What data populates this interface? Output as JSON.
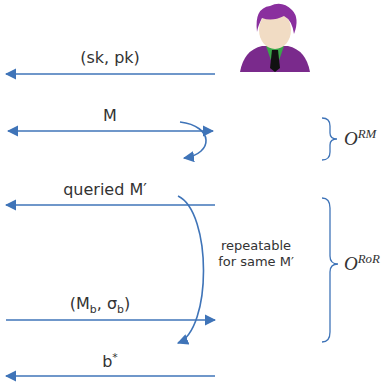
{
  "diagram": {
    "labels": [
      "(sk, pk)",
      "M",
      "queried M′",
      "repeatable for same M′",
      "(Mb, σb)",
      "b*",
      "ORM",
      "ORoR"
    ]
  }
}
